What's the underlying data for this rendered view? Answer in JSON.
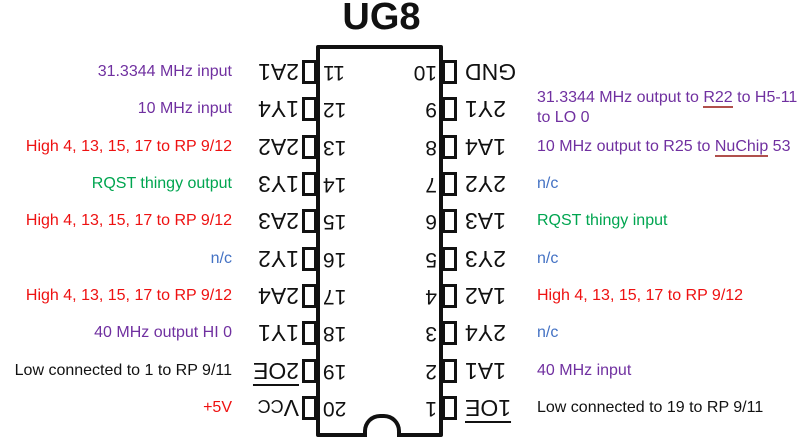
{
  "title": "UG8",
  "colors": {
    "purple": "#7030a0",
    "red": "#ee1111",
    "green": "#00a550",
    "blue": "#4472c4",
    "black": "#111111",
    "chip_outline": "#111111",
    "background": "#ffffff"
  },
  "pins": {
    "left": [
      {
        "number": "11",
        "name": "2A1",
        "label": "31.3344 MHz input",
        "color": "purple"
      },
      {
        "number": "12",
        "name": "1Y4",
        "label": "10 MHz input",
        "color": "purple"
      },
      {
        "number": "13",
        "name": "2A2",
        "label": "High 4, 13, 15, 17 to RP 9/12",
        "color": "red"
      },
      {
        "number": "14",
        "name": "1Y3",
        "label": "RQST thingy output",
        "color": "green"
      },
      {
        "number": "15",
        "name": "2A3",
        "label": "High 4, 13, 15, 17 to RP 9/12",
        "color": "red"
      },
      {
        "number": "16",
        "name": "1Y2",
        "label": "n/c",
        "color": "blue"
      },
      {
        "number": "17",
        "name": "2A4",
        "label": "High 4, 13, 15, 17 to RP 9/12",
        "color": "red"
      },
      {
        "number": "18",
        "name": "1Y1",
        "label": "40 MHz output HI 0",
        "color": "purple"
      },
      {
        "number": "19",
        "name": "2OE",
        "overline": true,
        "label": "Low connected to 1 to RP 9/11",
        "color": "black"
      },
      {
        "number": "20",
        "name_main": "V",
        "name_sub": "CC",
        "label": "+5V",
        "color": "red"
      }
    ],
    "right": [
      {
        "number": "10",
        "name": "GND",
        "label": ""
      },
      {
        "number": "9",
        "name": "2Y1",
        "color": "purple",
        "label_line1": {
          "pre": "31.3344 MHz output to ",
          "underlined": "R22",
          "post": " to H5-11"
        },
        "label_line2": "to LO 0"
      },
      {
        "number": "8",
        "name": "1A4",
        "color": "purple",
        "label_parts": {
          "pre": "10 MHz output to R25 to ",
          "underlined": "NuChip",
          "post": " 53"
        }
      },
      {
        "number": "7",
        "name": "2Y2",
        "label": "n/c",
        "color": "blue"
      },
      {
        "number": "6",
        "name": "1A3",
        "label": "RQST thingy input",
        "color": "green"
      },
      {
        "number": "5",
        "name": "2Y3",
        "label": "n/c",
        "color": "blue"
      },
      {
        "number": "4",
        "name": "1A2",
        "label": "High 4, 13, 15, 17 to RP 9/12",
        "color": "red"
      },
      {
        "number": "3",
        "name": "2Y4",
        "label": "n/c",
        "color": "blue"
      },
      {
        "number": "2",
        "name": "1A1",
        "label": "40 MHz input",
        "color": "purple"
      },
      {
        "number": "1",
        "name": "1OE",
        "overline": true,
        "label": "Low connected to 19 to RP 9/11",
        "color": "black"
      }
    ]
  }
}
